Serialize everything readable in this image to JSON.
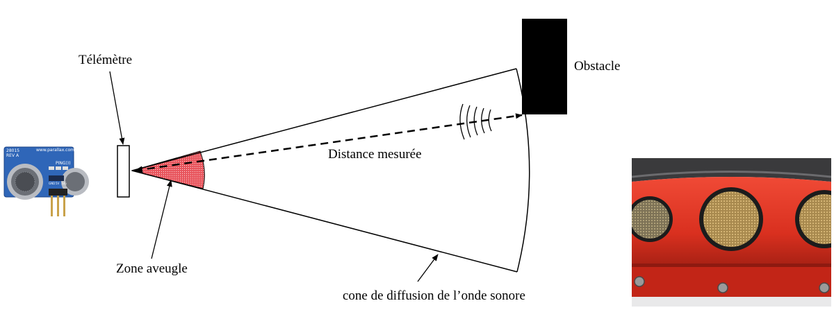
{
  "labels": {
    "rangefinder": "Télémètre",
    "obstacle": "Obstacle",
    "measured_distance": "Distance mesurée",
    "blind_zone": "Zone aveugle",
    "diffusion_cone": "cone de diffusion de l’onde sonore"
  },
  "sensor_photo": {
    "icon": "ping-ultrasonic-sensor",
    "board_color": "#2f66b8",
    "text_website": "www.parallax.com",
    "text_rev": "REV A",
    "text_partno": "28015",
    "text_ping": "PING)))",
    "pins": [
      "GND",
      "5V",
      "SIG"
    ]
  },
  "robot_photo": {
    "icon": "robot-ultrasonic-array-photo",
    "body_color": "#e23a2c"
  },
  "colors": {
    "blind_zone_fill": "#e8545c",
    "obstacle": "#000000"
  }
}
